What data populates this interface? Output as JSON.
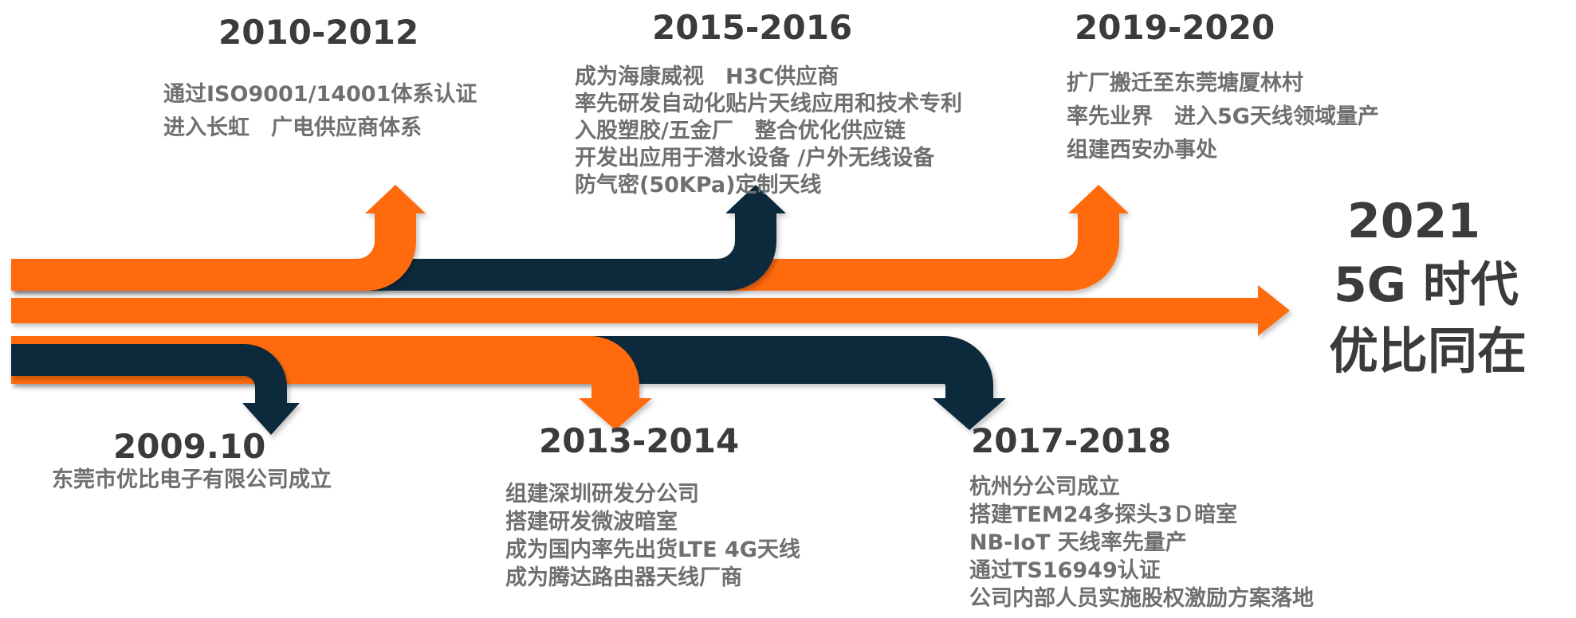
{
  "colors": {
    "orange": "#ff6a0f",
    "navy": "#0f2a3c",
    "text_dark": "#3b3b3b",
    "text_gray": "#6f6f6f"
  },
  "milestones": [
    {
      "year": "2009.10",
      "items": [
        "东莞市优比电子有限公司成立"
      ]
    },
    {
      "year": "2010-2012",
      "items": [
        "通过ISO9001/14001体系认证",
        "进入长虹　广电供应商体系"
      ]
    },
    {
      "year": "2013-2014",
      "items": [
        "组建深圳研发分公司",
        "搭建研发微波暗室",
        "成为国内率先出货LTE 4G天线",
        "成为腾达路由器天线厂商"
      ]
    },
    {
      "year": "2015-2016",
      "items": [
        "成为海康威视　H3C供应商",
        "率先研发自动化贴片天线应用和技术专利",
        "入股塑胶/五金厂　整合优化供应链",
        "开发出应用于潜水设备 /户外无线设备",
        "防气密(50KPa)定制天线"
      ]
    },
    {
      "year": "2017-2018",
      "items": [
        "杭州分公司成立",
        "搭建TEM24多探头3Ｄ暗室",
        "NB-IoT 天线率先量产",
        "通过TS16949认证",
        "公司内部人员实施股权激励方案落地"
      ]
    },
    {
      "year": "2019-2020",
      "items": [
        "扩厂搬迁至东莞塘厦林村",
        "率先业界　进入5G天线领域量产",
        "组建西安办事处"
      ]
    }
  ],
  "finale": {
    "year": "2021",
    "line1": "5G 时代",
    "line2": "优比同在"
  }
}
